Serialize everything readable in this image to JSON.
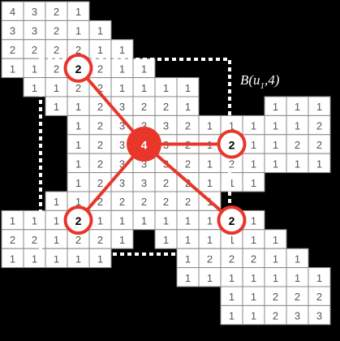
{
  "grid": {
    "rows": [
      {
        "row": 0,
        "cells": [
          [
            0,
            "4"
          ],
          [
            1,
            "3"
          ],
          [
            2,
            "2"
          ],
          [
            3,
            "1"
          ]
        ]
      },
      {
        "row": 1,
        "cells": [
          [
            0,
            "3"
          ],
          [
            1,
            "3"
          ],
          [
            2,
            "2"
          ],
          [
            3,
            "1"
          ],
          [
            4,
            "1"
          ]
        ]
      },
      {
        "row": 2,
        "cells": [
          [
            0,
            "2"
          ],
          [
            1,
            "2"
          ],
          [
            2,
            "2"
          ],
          [
            3,
            "2"
          ],
          [
            4,
            "1"
          ],
          [
            5,
            "1"
          ]
        ]
      },
      {
        "row": 3,
        "cells": [
          [
            0,
            "1"
          ],
          [
            1,
            "1"
          ],
          [
            2,
            "2"
          ],
          [
            3,
            "2"
          ],
          [
            4,
            "2"
          ],
          [
            5,
            "1"
          ],
          [
            6,
            "1"
          ]
        ]
      },
      {
        "row": 4,
        "cells": [
          [
            1,
            "1"
          ],
          [
            2,
            "1"
          ],
          [
            3,
            "2"
          ],
          [
            4,
            "2"
          ],
          [
            5,
            "1"
          ],
          [
            6,
            "1"
          ],
          [
            7,
            "1"
          ],
          [
            8,
            "1"
          ]
        ]
      },
      {
        "row": 5,
        "cells": [
          [
            2,
            "1"
          ],
          [
            3,
            "1"
          ],
          [
            4,
            "2"
          ],
          [
            5,
            "3"
          ],
          [
            6,
            "2"
          ],
          [
            7,
            "2"
          ],
          [
            8,
            "1"
          ],
          [
            12,
            "1"
          ],
          [
            13,
            "1"
          ],
          [
            14,
            "1"
          ]
        ]
      },
      {
        "row": 6,
        "cells": [
          [
            3,
            "1"
          ],
          [
            4,
            "2"
          ],
          [
            5,
            "3"
          ],
          [
            6,
            "3"
          ],
          [
            7,
            "3"
          ],
          [
            8,
            "2"
          ],
          [
            9,
            "1"
          ],
          [
            10,
            "1"
          ],
          [
            11,
            "1"
          ],
          [
            12,
            "1"
          ],
          [
            13,
            "1"
          ],
          [
            14,
            "2"
          ]
        ]
      },
      {
        "row": 7,
        "cells": [
          [
            3,
            "1"
          ],
          [
            4,
            "2"
          ],
          [
            5,
            "3"
          ],
          [
            6,
            "4"
          ],
          [
            7,
            "3"
          ],
          [
            8,
            "2"
          ],
          [
            9,
            "1"
          ],
          [
            10,
            "1"
          ],
          [
            11,
            "1"
          ],
          [
            12,
            "1"
          ],
          [
            13,
            "2"
          ],
          [
            14,
            "2"
          ]
        ]
      },
      {
        "row": 8,
        "cells": [
          [
            3,
            "1"
          ],
          [
            4,
            "2"
          ],
          [
            5,
            "3"
          ],
          [
            6,
            "3"
          ],
          [
            7,
            "3"
          ],
          [
            8,
            "2"
          ],
          [
            9,
            "1"
          ],
          [
            10,
            "2"
          ],
          [
            11,
            "1"
          ],
          [
            12,
            "1"
          ],
          [
            13,
            "1"
          ],
          [
            14,
            "1"
          ]
        ]
      },
      {
        "row": 9,
        "cells": [
          [
            3,
            "1"
          ],
          [
            4,
            "2"
          ],
          [
            5,
            "3"
          ],
          [
            6,
            "3"
          ],
          [
            7,
            "2"
          ],
          [
            8,
            "2"
          ],
          [
            9,
            "1"
          ],
          [
            10,
            "1"
          ],
          [
            11,
            "1"
          ]
        ]
      },
      {
        "row": 10,
        "cells": [
          [
            2,
            "1"
          ],
          [
            3,
            "1"
          ],
          [
            4,
            "2"
          ],
          [
            5,
            "2"
          ],
          [
            6,
            "2"
          ],
          [
            7,
            "2"
          ],
          [
            8,
            "2"
          ],
          [
            9,
            "1"
          ]
        ]
      },
      {
        "row": 11,
        "cells": [
          [
            0,
            "1"
          ],
          [
            1,
            "1"
          ],
          [
            2,
            "1"
          ],
          [
            3,
            "2"
          ],
          [
            4,
            "1"
          ],
          [
            5,
            "1"
          ],
          [
            6,
            "1"
          ],
          [
            7,
            "1"
          ],
          [
            8,
            "1"
          ],
          [
            9,
            "1"
          ],
          [
            10,
            "1"
          ],
          [
            11,
            "1"
          ]
        ]
      },
      {
        "row": 12,
        "cells": [
          [
            0,
            "2"
          ],
          [
            1,
            "2"
          ],
          [
            2,
            "1"
          ],
          [
            3,
            "2"
          ],
          [
            4,
            "2"
          ],
          [
            5,
            "1"
          ],
          [
            7,
            "1"
          ],
          [
            8,
            "1"
          ],
          [
            9,
            "1"
          ],
          [
            10,
            "1"
          ],
          [
            11,
            "1"
          ],
          [
            12,
            "1"
          ]
        ]
      },
      {
        "row": 13,
        "cells": [
          [
            0,
            "1"
          ],
          [
            1,
            "1"
          ],
          [
            2,
            "1"
          ],
          [
            3,
            "1"
          ],
          [
            4,
            "1"
          ],
          [
            8,
            "1"
          ],
          [
            9,
            "2"
          ],
          [
            10,
            "2"
          ],
          [
            11,
            "2"
          ],
          [
            12,
            "1"
          ],
          [
            13,
            "1"
          ]
        ]
      },
      {
        "row": 14,
        "cells": [
          [
            8,
            "1"
          ],
          [
            9,
            "1"
          ],
          [
            10,
            "1"
          ],
          [
            11,
            "1"
          ],
          [
            12,
            "1"
          ],
          [
            13,
            "1"
          ],
          [
            14,
            "1"
          ]
        ]
      },
      {
        "row": 15,
        "cells": [
          [
            10,
            "1"
          ],
          [
            11,
            "1"
          ],
          [
            12,
            "2"
          ],
          [
            13,
            "2"
          ],
          [
            14,
            "2"
          ]
        ]
      },
      {
        "row": 16,
        "cells": [
          [
            10,
            "1"
          ],
          [
            11,
            "1"
          ],
          [
            12,
            "2"
          ],
          [
            13,
            "3"
          ],
          [
            14,
            "3"
          ]
        ]
      }
    ]
  },
  "nodes": [
    {
      "id": "top-left",
      "col": 3,
      "row": 3,
      "value": "2",
      "center": false
    },
    {
      "id": "center",
      "col": 6,
      "row": 7,
      "value": "4",
      "center": true
    },
    {
      "id": "right",
      "col": 10,
      "row": 7,
      "value": "2",
      "center": false
    },
    {
      "id": "bottom-left",
      "col": 3,
      "row": 11,
      "value": "2",
      "center": false
    },
    {
      "id": "bottom-right",
      "col": 10,
      "row": 11,
      "value": "2",
      "center": false
    }
  ],
  "edges": [
    [
      "center",
      "top-left"
    ],
    [
      "center",
      "right"
    ],
    [
      "center",
      "bottom-left"
    ],
    [
      "center",
      "bottom-right"
    ]
  ],
  "box_label": "B(u",
  "box_label_sub": "1",
  "box_label_tail": ",4)",
  "colors": {
    "background": "#000000",
    "cell_fill": "#ffffff",
    "cell_stroke": "#888888",
    "accent": "#e8362a"
  }
}
